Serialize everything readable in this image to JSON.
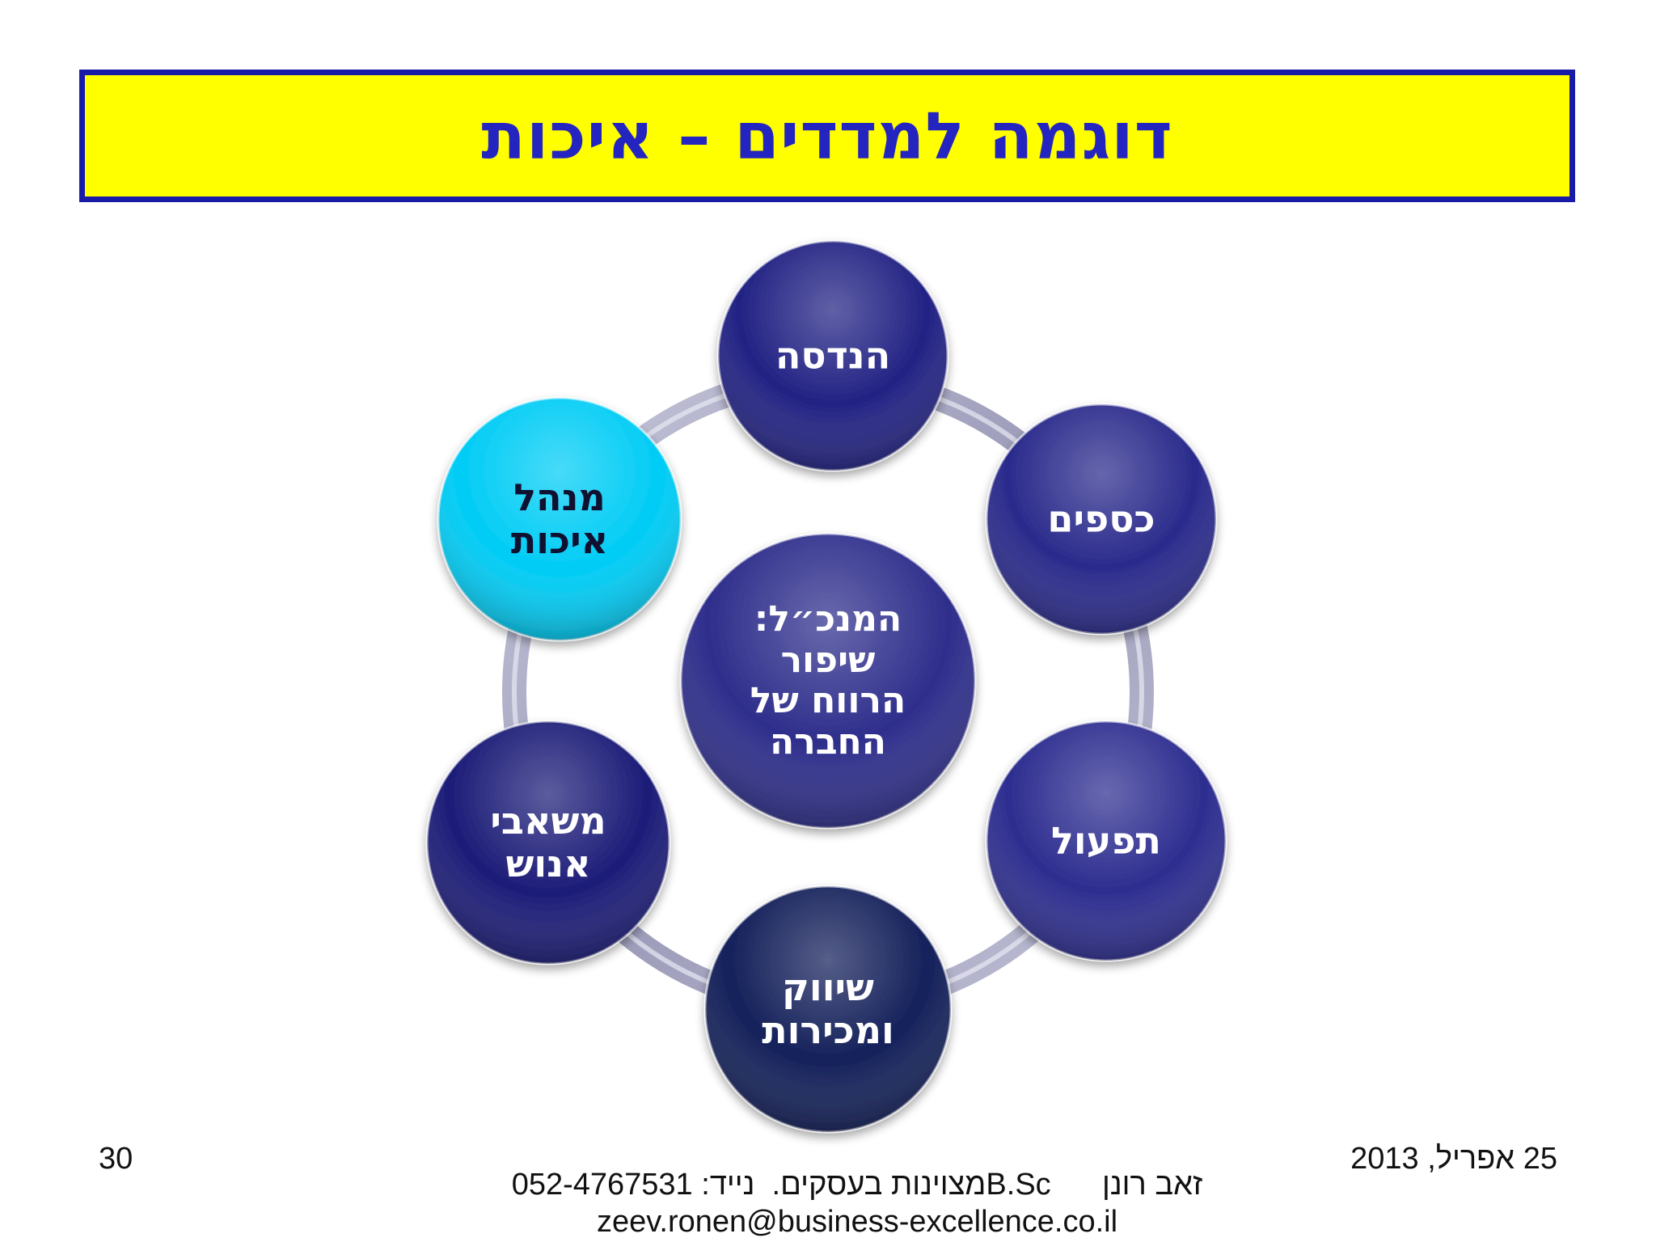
{
  "slide": {
    "title": "דוגמה למדדים – איכות",
    "center": "המנכ״ל:\nשיפור\nהרווח של\nהחברה",
    "nodes": [
      {
        "id": "engineering",
        "label": "הנדסה",
        "color": "#222284",
        "text_color": "#ffffff"
      },
      {
        "id": "finance",
        "label": "כספים",
        "color": "#2a2a8c",
        "text_color": "#ffffff"
      },
      {
        "id": "operations",
        "label": "תפעול",
        "color": "#2d2d90",
        "text_color": "#ffffff"
      },
      {
        "id": "marketing",
        "label": "שיווק\nומכירות",
        "color": "#14205a",
        "text_color": "#ffffff"
      },
      {
        "id": "hr",
        "label": "משאבי\nאנוש",
        "color": "#1c1c78",
        "text_color": "#ffffff"
      },
      {
        "id": "quality",
        "label": "מנהל\nאיכות",
        "color": "#00ccf5",
        "text_color": "#101030"
      }
    ],
    "colors": {
      "title_bg": "#ffff00",
      "title_border": "#1a1aa8",
      "title_text": "#2424c0",
      "center": "#2e2e8c",
      "ring": "#a8a8c8"
    }
  },
  "footer": {
    "page_number": "30",
    "date": "25 אפריל, 2013",
    "author_line": "זאב רונן      B.Scמצוינות בעסקים.  נייד: 052-4767531",
    "email": "zeev.ronen@business-excellence.co.il"
  }
}
